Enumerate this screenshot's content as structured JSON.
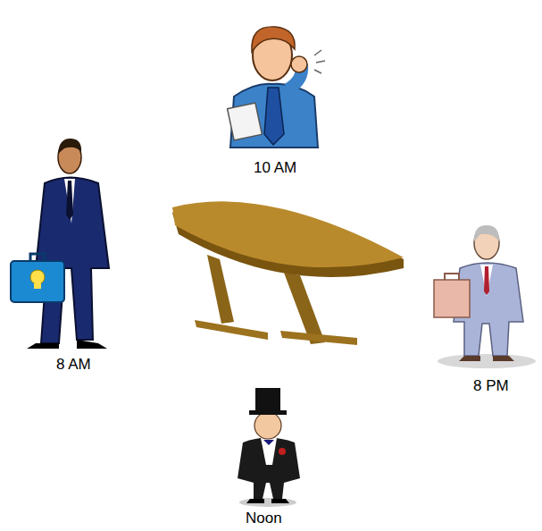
{
  "diagram": {
    "labels": [
      "10 AM",
      "8 AM",
      "8 PM",
      "Noon"
    ]
  }
}
